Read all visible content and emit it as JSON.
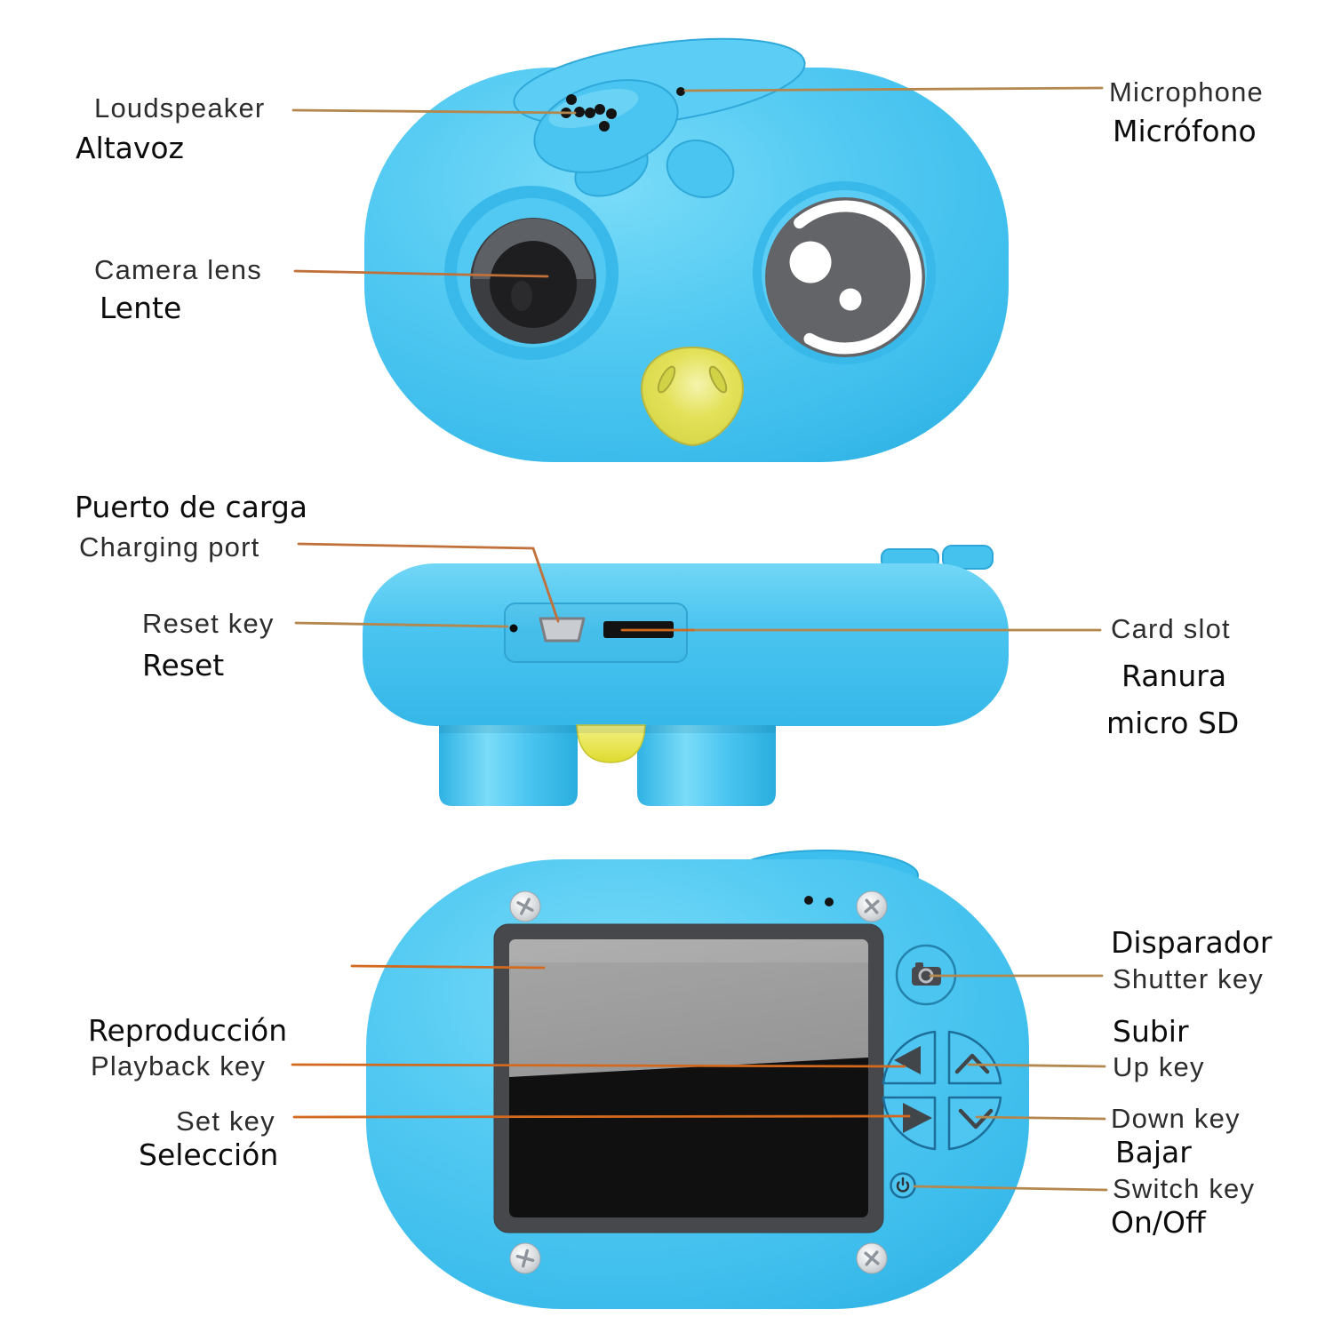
{
  "colors": {
    "background": "#ffffff",
    "body_blue": "#4ac4f0",
    "body_blue_dark": "#2eb2e4",
    "body_blue_light": "#7adcf8",
    "ring_blue": "#38b9ea",
    "button_outline_blue": "#1c6f9a",
    "lens_dark": "#2e2f31",
    "eye_gray": "#626467",
    "beak_yellow": "#dcdc4a",
    "screen_gray": "#969696",
    "screen_black": "#101011",
    "bezel_gray": "#46484b",
    "label_text_en": "#2d2d2d",
    "label_text_es": "#0c0c0c",
    "leader_tan": "#b3874e",
    "leader_amber": "#c07038",
    "leader_orange": "#d2691e"
  },
  "labels": {
    "front_view": {
      "loudspeaker": {
        "en": "Loudspeaker",
        "es": "Altavoz"
      },
      "camera_lens": {
        "en": "Camera lens",
        "es": "Lente"
      },
      "microphone": {
        "en": "Microphone",
        "es": "Micrófono"
      }
    },
    "top_view": {
      "charging_port": {
        "es": "Puerto de carga",
        "en": "Charging port"
      },
      "reset_key": {
        "en": "Reset key",
        "es": "Reset"
      },
      "card_slot": {
        "en": "Card slot",
        "es_line1": "Ranura",
        "es_line2": "micro SD"
      }
    },
    "back_view": {
      "playback_key": {
        "es": "Reproducción",
        "en": "Playback key"
      },
      "set_key": {
        "en": "Set key",
        "es": "Selección"
      },
      "shutter_key": {
        "es": "Disparador",
        "en": "Shutter key"
      },
      "up_key": {
        "es": "Subir",
        "en": "Up key"
      },
      "down_key": {
        "en": "Down key",
        "es": "Bajar"
      },
      "switch_key": {
        "en": "Switch key",
        "es": "On/Off"
      }
    }
  }
}
